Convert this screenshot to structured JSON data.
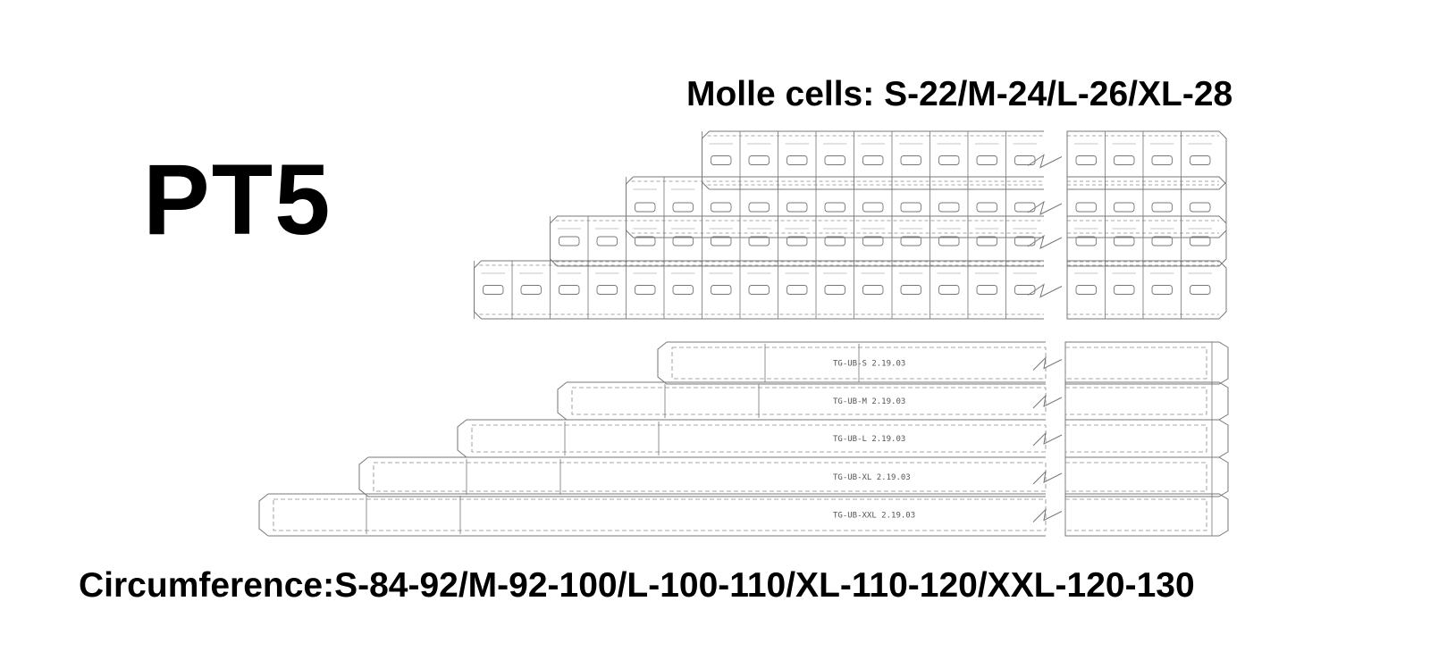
{
  "title": "PT5",
  "molle_caption": "Molle cells: S-22/M-24/L-26/XL-28",
  "circumference_caption": "Circumference:S-84-92/M-92-100/L-100-110/XL-110-120/XXL-120-130",
  "colors": {
    "line": "#777777",
    "dash": "#8a8a8a",
    "text": "#000000"
  },
  "molle_panels": [
    {
      "name": "molle-panel-s",
      "columns": 9
    },
    {
      "name": "molle-panel-m",
      "columns": 11
    },
    {
      "name": "molle-panel-l",
      "columns": 13
    },
    {
      "name": "molle-panel-xl",
      "columns": 15
    }
  ],
  "belt_patterns": [
    {
      "name": "belt-pattern-s",
      "label": "TG-UB-S  2.19.03"
    },
    {
      "name": "belt-pattern-m",
      "label": "TG-UB-M  2.19.03"
    },
    {
      "name": "belt-pattern-l",
      "label": "TG-UB-L  2.19.03"
    },
    {
      "name": "belt-pattern-xl",
      "label": "TG-UB-XL  2.19.03"
    },
    {
      "name": "belt-pattern-xxl",
      "label": "TG-UB-XXL  2.19.03"
    }
  ]
}
